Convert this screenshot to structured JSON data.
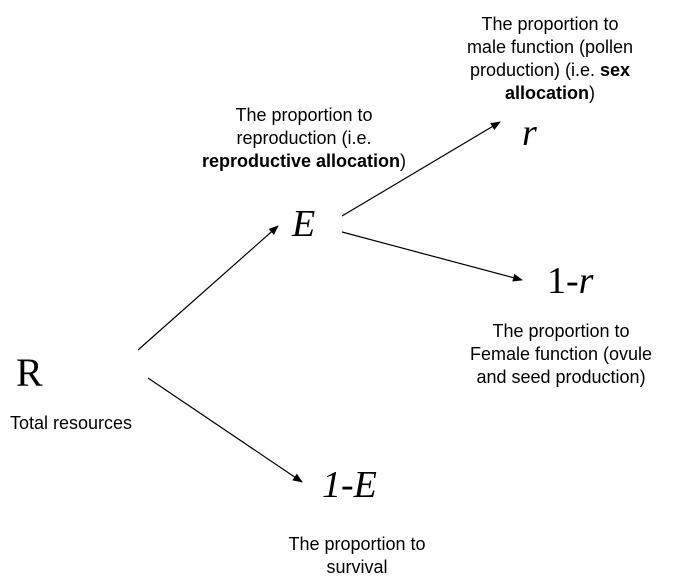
{
  "nodes": {
    "total_resources": {
      "symbol": "R",
      "label": "Total  resources"
    },
    "reproduction": {
      "symbol": "E",
      "label_line1": "The proportion to",
      "label_line2": "reproduction (i.e.",
      "label_line3_bold": "reproductive allocation",
      "label_line3_after": ")"
    },
    "survival": {
      "symbol": "1-E",
      "label_line1": "The proportion to",
      "label_line2": "survival"
    },
    "male_function": {
      "symbol": "r",
      "label_line1": "The proportion to",
      "label_line2": "male function (pollen",
      "label_line3_before": "production) (i.e. ",
      "label_line3_bold": "sex",
      "label_line4_bold": "allocation",
      "label_line4_after": ")"
    },
    "female_function": {
      "symbol_prefix": "1-",
      "symbol_var": "r",
      "label_line1": "The proportion to",
      "label_line2": "Female function (ovule",
      "label_line3": "and seed production)"
    }
  },
  "colors": {
    "text": "#000000",
    "arrow": "#000000",
    "background": "#ffffff"
  }
}
